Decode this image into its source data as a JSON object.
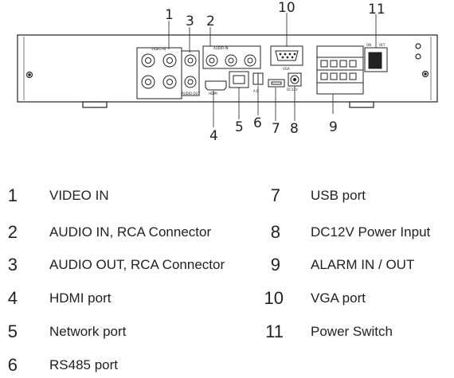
{
  "diagram": {
    "callouts": [
      "1",
      "2",
      "3",
      "4",
      "5",
      "6",
      "7",
      "8",
      "9",
      "10",
      "11"
    ],
    "panel_labels": {
      "video_in": "VIDEO IN",
      "audio_in": "AUDIO IN",
      "audio_out": "AUDIO OUT",
      "vga": "VGA",
      "hdmi": "HDMI",
      "ab": "A B",
      "dc12v": "DC12V",
      "on": "ON",
      "off": "OFF"
    }
  },
  "legend": [
    {
      "num": "1",
      "label": "VIDEO IN"
    },
    {
      "num": "2",
      "label": "AUDIO IN, RCA Connector"
    },
    {
      "num": "3",
      "label": "AUDIO OUT, RCA Connector"
    },
    {
      "num": "4",
      "label": "HDMI port"
    },
    {
      "num": "5",
      "label": "Network port"
    },
    {
      "num": "6",
      "label": "RS485 port"
    },
    {
      "num": "7",
      "label": "USB port"
    },
    {
      "num": "8",
      "label": "DC12V Power Input"
    },
    {
      "num": "9",
      "label": "ALARM IN / OUT"
    },
    {
      "num": "10",
      "label": "VGA port"
    },
    {
      "num": "11",
      "label": "Power Switch"
    }
  ]
}
